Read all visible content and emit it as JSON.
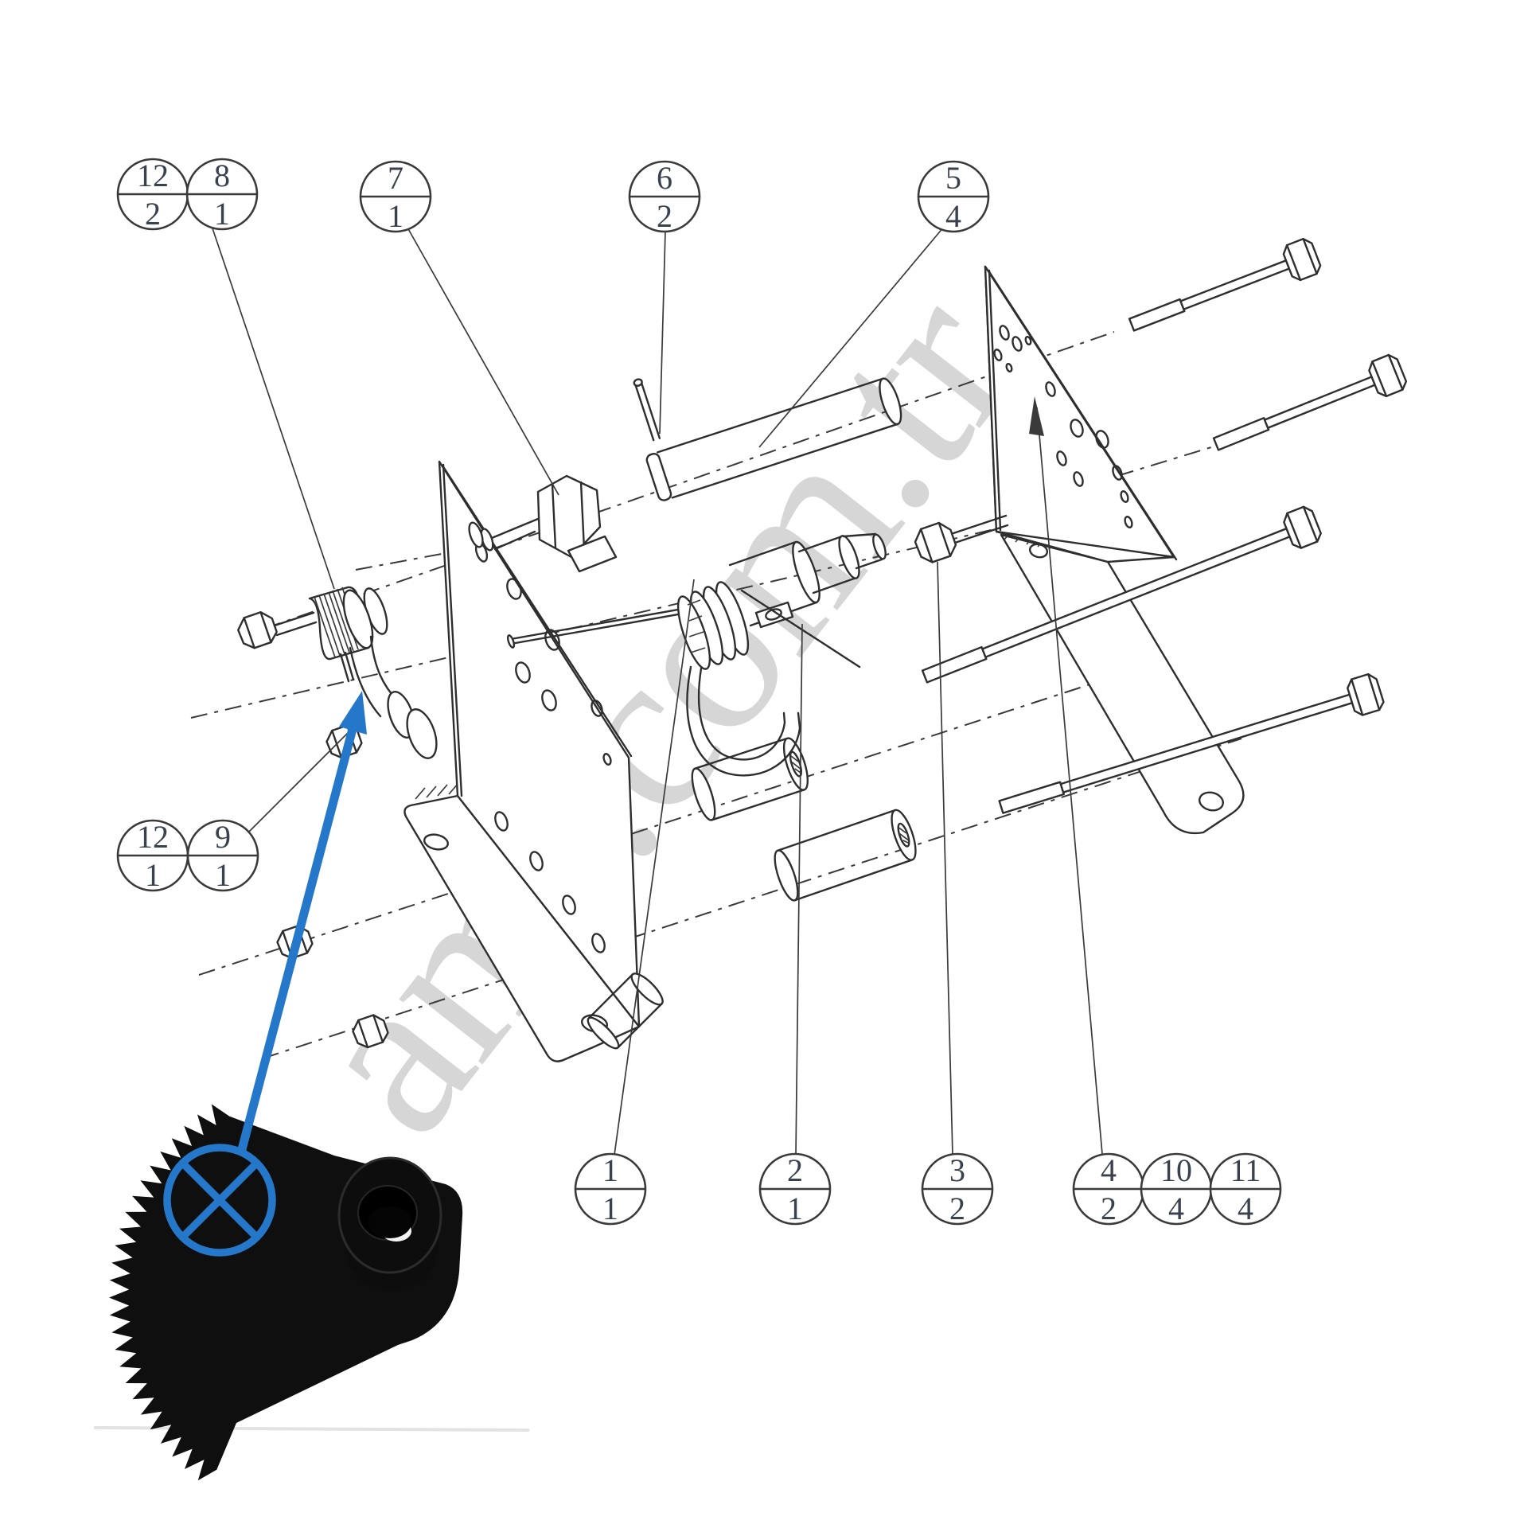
{
  "diagram": {
    "type": "exploded-parts-drawing",
    "line_color": "#2e2e2e",
    "background": "#ffffff"
  },
  "watermark": {
    "text": "amf.com.tr",
    "color": "#d6d6d6"
  },
  "annotation": {
    "arrow_color": "#2577c9",
    "marker": "circle-x",
    "points_to": "sector-gear-lever"
  },
  "balloons": [
    {
      "item": "12",
      "qty": "2"
    },
    {
      "item": "8",
      "qty": "1"
    },
    {
      "item": "7",
      "qty": "1"
    },
    {
      "item": "6",
      "qty": "2"
    },
    {
      "item": "5",
      "qty": "4"
    },
    {
      "item": "12",
      "qty": "1"
    },
    {
      "item": "9",
      "qty": "1"
    },
    {
      "item": "1",
      "qty": "1"
    },
    {
      "item": "2",
      "qty": "1"
    },
    {
      "item": "3",
      "qty": "2"
    },
    {
      "item": "4",
      "qty": "2"
    },
    {
      "item": "10",
      "qty": "4"
    },
    {
      "item": "11",
      "qty": "4"
    }
  ]
}
